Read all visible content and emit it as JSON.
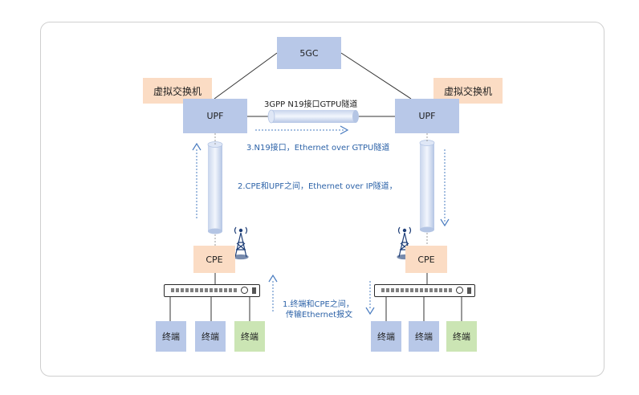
{
  "core": {
    "label": "5GC"
  },
  "left": {
    "vswitch": "虚拟交换机",
    "upf": "UPF",
    "cpe": "CPE",
    "terminals": [
      "终端",
      "终端",
      "终端"
    ]
  },
  "right": {
    "vswitch": "虚拟交换机",
    "upf": "UPF",
    "cpe": "CPE",
    "terminals": [
      "终端",
      "终端",
      "终端"
    ]
  },
  "annotations": {
    "n19_tunnel": "3GPP N19接口GTPU隧道",
    "step3": "3.N19接口，Ethernet over GTPU隧道",
    "step2": "2.CPE和UPF之间，Ethernet over IP隧道，",
    "step1_line1": "1.终端和CPE之间，",
    "step1_line2": "传输Ethernet报文"
  },
  "colors": {
    "node_blue": "#b8c8e8",
    "node_peach": "#fbdcc4",
    "node_green": "#cbe5b4",
    "annotation_blue": "#2d63a8"
  }
}
